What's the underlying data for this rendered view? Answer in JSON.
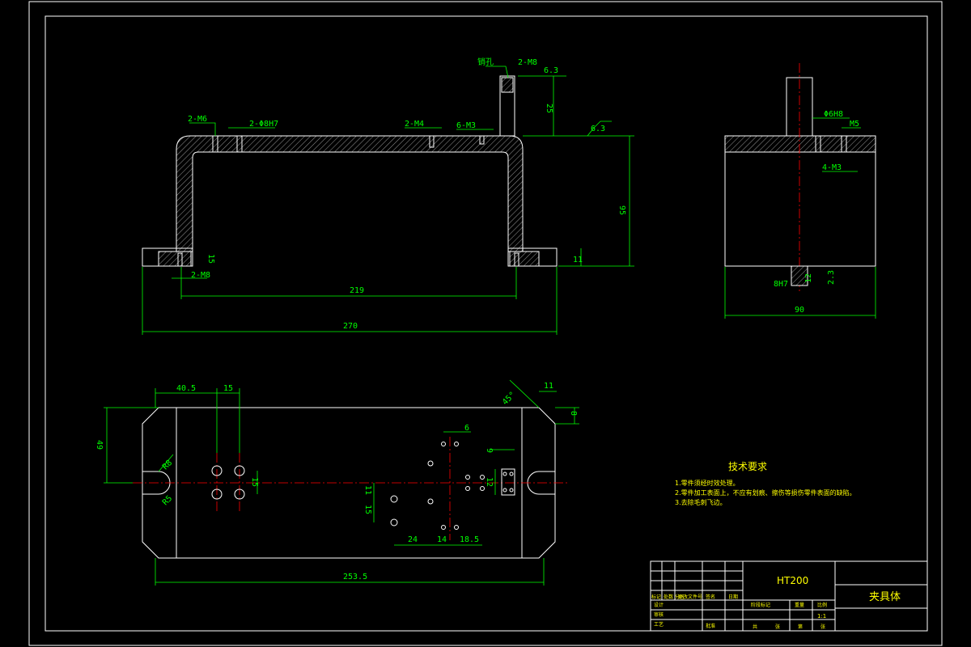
{
  "drawing": {
    "material": "HT200",
    "part_name": "夹具体",
    "tech_title": "技术要求",
    "tech_notes": [
      "1.零件须经时效处理。",
      "2.零件加工表面上，不应有划痕、擦伤等损伤零件表面的缺陷。",
      "3.去除毛刺飞边。"
    ]
  },
  "front_view": {
    "dims": {
      "d219": "219",
      "d270": "270",
      "d95": "95",
      "d11": "11",
      "d25": "25"
    },
    "labels": {
      "pin_hole": "销孔",
      "m8": "2-M8",
      "m6_left": "2-M6",
      "m6_deep": "2-Φ8H7",
      "m4": "2-M4",
      "m3_six": "6-M3",
      "m8_bottom": "2-M8",
      "ra_a": "6.3",
      "ra_b": "6.3",
      "d_side": "15"
    }
  },
  "side_view": {
    "dims": {
      "d90": "90"
    },
    "labels": {
      "top_hole": "Φ6H8",
      "m5": "M5",
      "m3": "4-M3",
      "h7": "8H7",
      "dim12": "12",
      "dim23": "2.3"
    }
  },
  "top_view": {
    "dims": {
      "d40_5": "40.5",
      "d15a": "15",
      "d49": "49",
      "d15b": "15",
      "d11": "11",
      "d15c": "15",
      "d24": "24",
      "d14": "14",
      "d18_5": "18.5",
      "d253_5": "253.5",
      "d6": "6",
      "d11r": "11",
      "d8": "8",
      "d45": "45°",
      "r8": "R8",
      "r5": "R5",
      "d12": "12",
      "d9": "9"
    }
  },
  "title_block": {
    "col_labels": [
      "标记",
      "处数",
      "分区",
      "更改文件号",
      "签名",
      "日期"
    ],
    "row_labels": [
      "设计",
      "审核",
      "工艺",
      "批准"
    ],
    "meta_labels": [
      "阶段标记",
      "重量",
      "比例"
    ],
    "scale": "1:1",
    "sheet_labels": [
      "共",
      "张",
      "第",
      "张"
    ]
  }
}
